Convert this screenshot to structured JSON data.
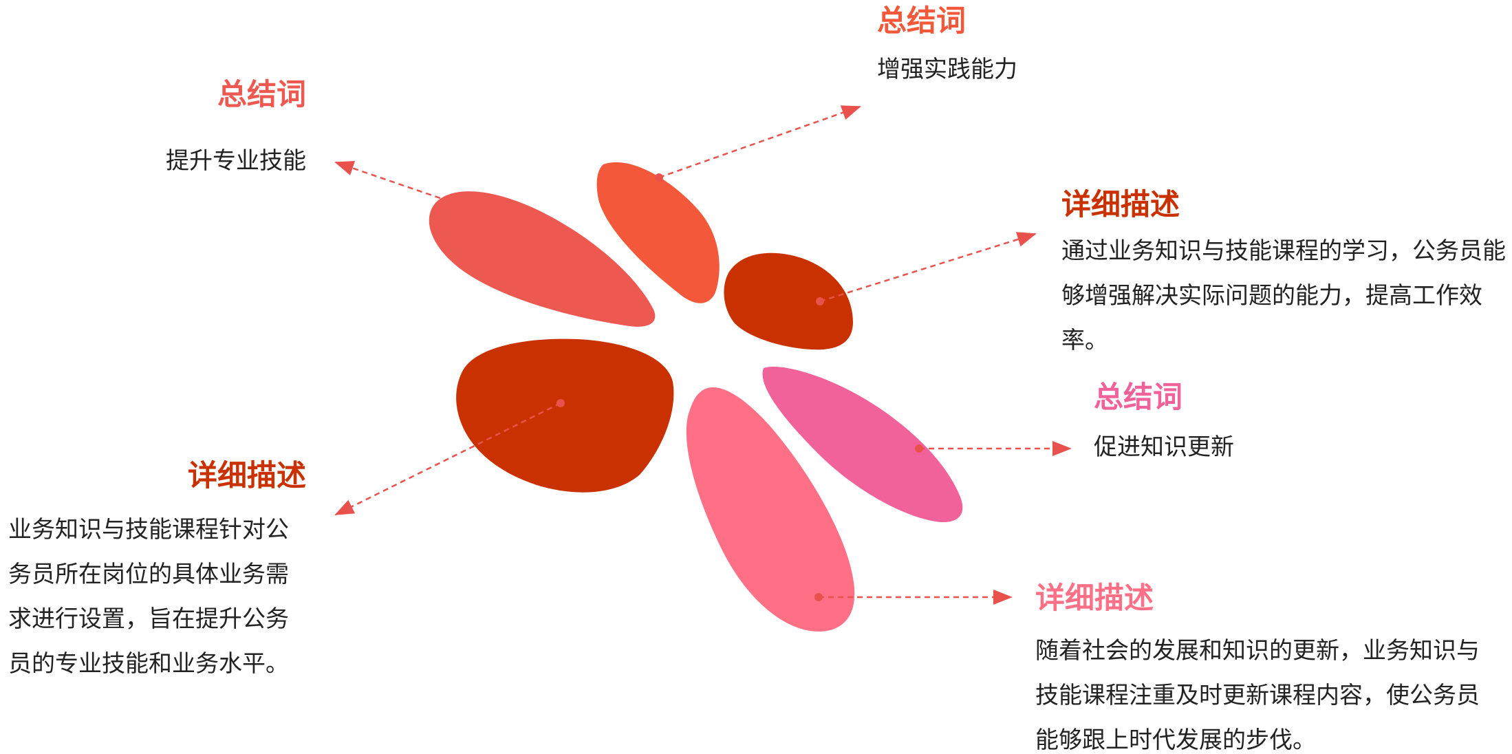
{
  "colors": {
    "red_coral": "#ED5851",
    "orange_red": "#F4583A",
    "dark_red": "#C93200",
    "pink": "#F1619A",
    "salmon_pink": "#FF7086",
    "arrow": "#E9524C",
    "body_text": "#222222"
  },
  "items": [
    {
      "title": "总结词",
      "text": "提升专业技能"
    },
    {
      "title": "总结词",
      "text": "增强实践能力"
    },
    {
      "title": "详细描述",
      "text": "通过业务知识与技能课程的学习，公务员能够增强解决实际问题的能力，提高工作效率。"
    },
    {
      "title": "总结词",
      "text": "促进知识更新"
    },
    {
      "title": "详细描述",
      "text": "业务知识与技能课程针对公务员所在岗位的具体业务需求进行设置，旨在提升公务员的专业技能和业务水平。"
    },
    {
      "title": "详细描述",
      "text": "随着社会的发展和知识的更新，业务知识与技能课程注重及时更新课程内容，使公务员能够跟上时代发展的步伐。"
    }
  ]
}
